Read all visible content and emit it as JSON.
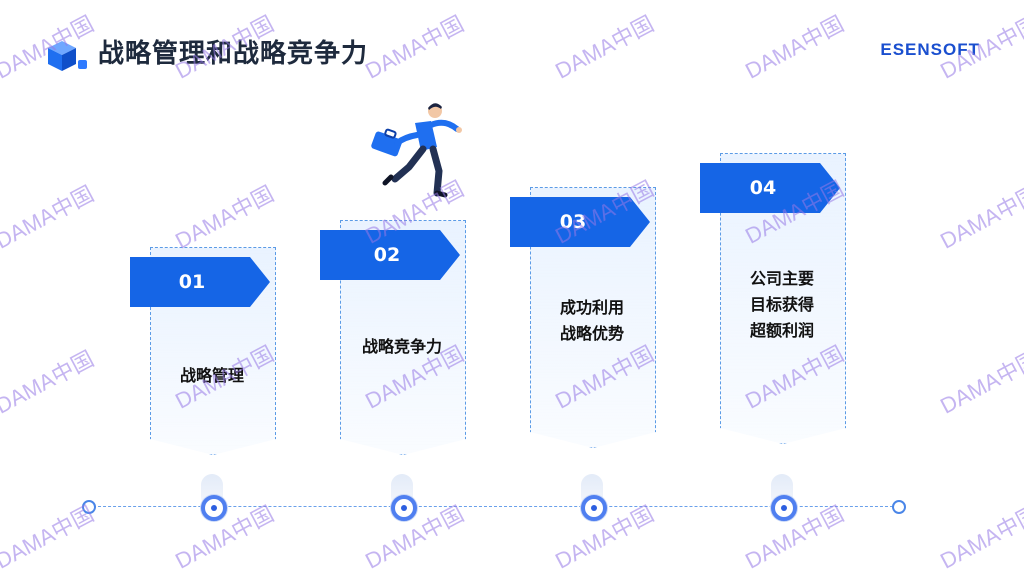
{
  "header": {
    "title": "战略管理和战略竞争力",
    "brand": "ESENSOFT"
  },
  "steps": [
    {
      "number": "01",
      "text": "战略管理"
    },
    {
      "number": "02",
      "text": "战略竞争力"
    },
    {
      "number": "03",
      "text": "成功利用\n战略优势"
    },
    {
      "number": "04",
      "text": "公司主要\n目标获得\n超额利润"
    }
  ],
  "watermark": "DAMA中国",
  "colors": {
    "ribbon": "#1565e6",
    "ribbon_dark": "#0d3fa8",
    "accent": "#4f7ff0",
    "title": "#1e2a3d",
    "watermark": "#9678e6"
  },
  "icons": [
    "cube-logo-icon",
    "runner-businessman-illustration"
  ]
}
